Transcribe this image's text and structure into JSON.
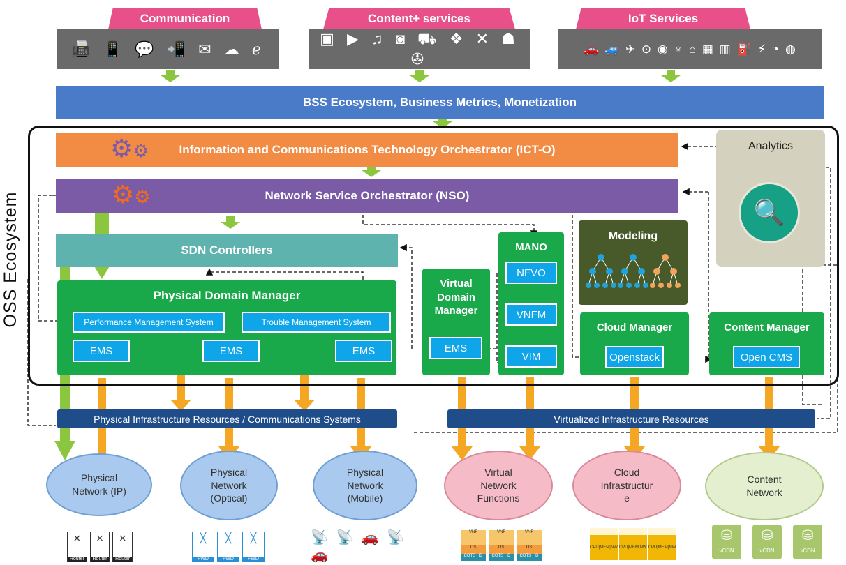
{
  "top": {
    "communication": {
      "label": "Communication",
      "icons": "📠 📱 💬 📲 ✉ ☁ ℯ"
    },
    "content": {
      "label": "Content+ services",
      "icons": "▣ ▶ ♫ ◙ ⛟ ❖ ✕ ☗ ✇"
    },
    "iot": {
      "label": "IoT Services",
      "icons": "🚗 🚙 ✈ ⊙ ◉ ♆ ⌂ ▦ ▥ ⛽ ⚡ ◔ ◍"
    }
  },
  "bss": {
    "label": "BSS Ecosystem, Business Metrics, Monetization"
  },
  "oss": {
    "label": "OSS Ecosystem"
  },
  "icto": {
    "label": "Information and Communications Technology Orchestrator (ICT-O)"
  },
  "nso": {
    "label": "Network Service Orchestrator (NSO)"
  },
  "analytics": {
    "label": "Analytics"
  },
  "sdn": {
    "label": "SDN Controllers"
  },
  "pdm": {
    "label": "Physical Domain Manager",
    "pms": "Performance Management System",
    "tms": "Trouble Management System",
    "ems": [
      "EMS",
      "EMS",
      "EMS"
    ]
  },
  "vdm": {
    "label": "Virtual\nDomain\nManager",
    "ems": "EMS"
  },
  "mano": {
    "label": "MANO",
    "items": [
      "NFVO",
      "VNFM",
      "VIM"
    ]
  },
  "modeling": {
    "label": "Modeling"
  },
  "cloud_manager": {
    "label": "Cloud Manager",
    "item": "Openstack"
  },
  "content_manager": {
    "label": "Content Manager",
    "item": "Open CMS"
  },
  "resources": {
    "physical": "Physical Infrastructure Resources / Communications Systems",
    "virtual": "Virtualized Infrastructure Resources"
  },
  "clouds": [
    {
      "label": "Physical\nNetwork (IP)"
    },
    {
      "label": "Physical\nNetwork\n(Optical)"
    },
    {
      "label": "Physical\nNetwork\n(Mobile)"
    },
    {
      "label": "Virtual\nNetwork\nFunctions"
    },
    {
      "label": "Cloud\nInfrastructur\ne"
    },
    {
      "label": "Content\nNetwork"
    }
  ],
  "bottom_icons": {
    "router": {
      "cap": "Router"
    },
    "fwd": {
      "cap": "FWD"
    },
    "mobile": {
      "icons": "📡 📡 🚗 📡 🚗"
    },
    "vnf": {
      "top": "VNF",
      "mid": "OS",
      "bot": "COTS HD"
    },
    "cpu": {
      "cap": "CPU|MEM|NW"
    },
    "vcdn": {
      "cap": "vCDN"
    }
  },
  "colors": {
    "pink": "#e8508a",
    "gray": "#6a6a6a",
    "bss_blue": "#4a7bc8",
    "orange": "#f28c45",
    "purple": "#7b5aa6",
    "teal": "#5eb3ae",
    "green": "#19a84a",
    "dark_olive": "#485a2a",
    "navy": "#1f4d8a",
    "arrow_orange": "#f5a623",
    "arrow_green": "#8cc63f"
  }
}
